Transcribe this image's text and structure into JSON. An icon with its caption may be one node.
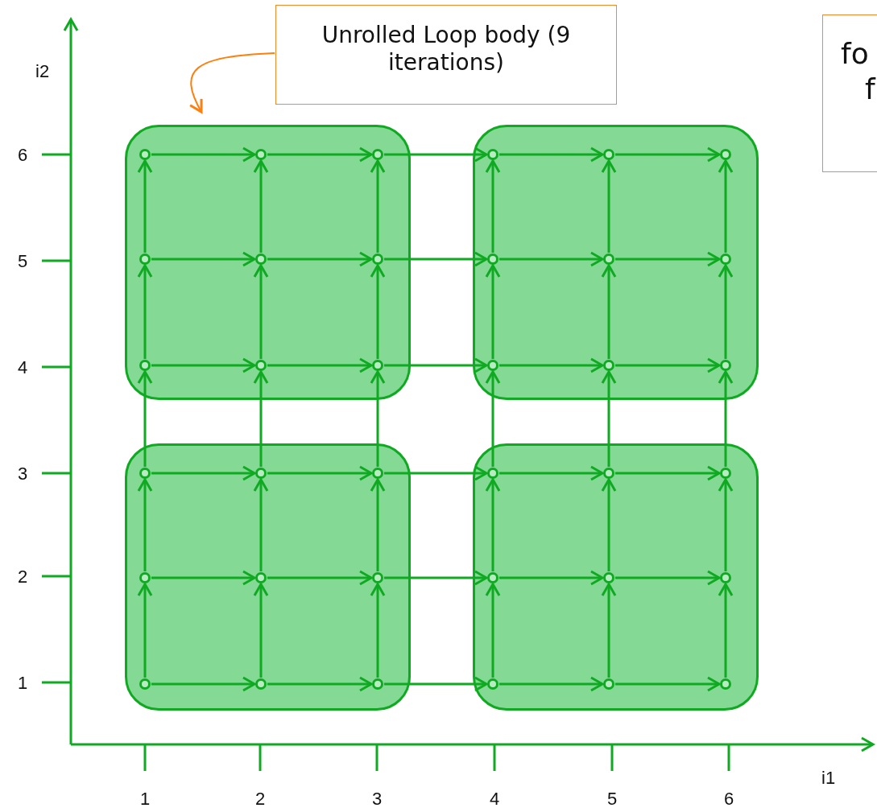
{
  "diagram": {
    "nodes": [
      {
        "text": [
          "Unrolled Loop body (9 iterations)"
        ]
      },
      {
        "text": [
          "fo",
          "f"
        ]
      },
      {
        "text": [],
        "shape": "box"
      },
      {
        "text": [],
        "shape": "box"
      },
      {
        "text": [],
        "shape": "box"
      },
      {
        "text": [],
        "shape": "box"
      },
      {
        "text": [],
        "shape": "circle",
        "in": 2
      },
      {
        "text": [],
        "shape": "circle",
        "in": 2
      },
      {
        "text": [],
        "shape": "circle",
        "in": 2
      },
      {
        "text": [],
        "shape": "circle",
        "in": 3
      },
      {
        "text": [],
        "shape": "circle",
        "in": 3
      },
      {
        "text": [],
        "shape": "circle",
        "in": 3
      },
      {
        "text": [],
        "shape": "circle",
        "in": 2
      },
      {
        "text": [],
        "shape": "circle",
        "in": 2
      },
      {
        "text": [],
        "shape": "circle",
        "in": 2
      },
      {
        "text": [],
        "shape": "circle",
        "in": 3
      },
      {
        "text": [],
        "shape": "circle",
        "in": 3
      },
      {
        "text": [],
        "shape": "circle",
        "in": 3
      },
      {
        "text": [],
        "shape": "circle",
        "in": 2
      },
      {
        "text": [],
        "shape": "circle",
        "in": 2
      },
      {
        "text": [],
        "shape": "circle",
        "in": 2
      },
      {
        "text": [],
        "shape": "circle",
        "in": 3
      },
      {
        "text": [],
        "shape": "circle",
        "in": 3
      },
      {
        "text": [],
        "shape": "circle",
        "in": 3
      },
      {
        "text": [],
        "shape": "circle",
        "in": 4
      },
      {
        "text": [],
        "shape": "circle",
        "in": 4
      },
      {
        "text": [],
        "shape": "circle",
        "in": 4
      },
      {
        "text": [],
        "shape": "circle",
        "in": 5
      },
      {
        "text": [],
        "shape": "circle",
        "in": 5
      },
      {
        "text": [],
        "shape": "circle",
        "in": 5
      },
      {
        "text": [],
        "shape": "circle",
        "in": 4
      },
      {
        "text": [],
        "shape": "circle",
        "in": 4
      },
      {
        "text": [],
        "shape": "circle",
        "in": 4
      },
      {
        "text": [],
        "shape": "circle",
        "in": 5
      },
      {
        "text": [],
        "shape": "circle",
        "in": 5
      },
      {
        "text": [],
        "shape": "circle",
        "in": 5
      },
      {
        "text": [],
        "shape": "circle",
        "in": 4
      },
      {
        "text": [],
        "shape": "circle",
        "in": 4
      },
      {
        "text": [],
        "shape": "circle",
        "in": 4
      },
      {
        "text": [],
        "shape": "circle",
        "in": 5
      },
      {
        "text": [],
        "shape": "circle",
        "in": 5
      },
      {
        "text": [],
        "shape": "circle",
        "in": 5
      }
    ],
    "edges": [
      {
        "from": 0,
        "to": 2,
        "arrow": "to",
        "color": "#ff7f0e"
      },
      {
        "from": 6,
        "to": 7,
        "arrow": "to"
      },
      {
        "from": 7,
        "to": 8,
        "arrow": "to"
      },
      {
        "from": 8,
        "to": 9,
        "arrow": "to"
      },
      {
        "from": 9,
        "to": 10,
        "arrow": "to"
      },
      {
        "from": 10,
        "to": 11,
        "arrow": "to"
      },
      {
        "from": 12,
        "to": 13,
        "arrow": "to"
      },
      {
        "from": 13,
        "to": 14,
        "arrow": "to"
      },
      {
        "from": 14,
        "to": 15,
        "arrow": "to"
      },
      {
        "from": 15,
        "to": 16,
        "arrow": "to"
      },
      {
        "from": 16,
        "to": 17,
        "arrow": "to"
      },
      {
        "from": 18,
        "to": 19,
        "arrow": "to"
      },
      {
        "from": 19,
        "to": 20,
        "arrow": "to"
      },
      {
        "from": 20,
        "to": 21,
        "arrow": "to"
      },
      {
        "from": 21,
        "to": 22,
        "arrow": "to"
      },
      {
        "from": 22,
        "to": 23,
        "arrow": "to"
      },
      {
        "from": 24,
        "to": 25,
        "arrow": "to"
      },
      {
        "from": 25,
        "to": 26,
        "arrow": "to"
      },
      {
        "from": 26,
        "to": 27,
        "arrow": "to"
      },
      {
        "from": 27,
        "to": 28,
        "arrow": "to"
      },
      {
        "from": 28,
        "to": 29,
        "arrow": "to"
      },
      {
        "from": 30,
        "to": 31,
        "arrow": "to"
      },
      {
        "from": 31,
        "to": 32,
        "arrow": "to"
      },
      {
        "from": 32,
        "to": 33,
        "arrow": "to"
      },
      {
        "from": 33,
        "to": 34,
        "arrow": "to"
      },
      {
        "from": 34,
        "to": 35,
        "arrow": "to"
      },
      {
        "from": 36,
        "to": 37,
        "arrow": "to"
      },
      {
        "from": 37,
        "to": 38,
        "arrow": "to"
      },
      {
        "from": 38,
        "to": 39,
        "arrow": "to"
      },
      {
        "from": 39,
        "to": 40,
        "arrow": "to"
      },
      {
        "from": 40,
        "to": 41,
        "arrow": "to"
      },
      {
        "from": 36,
        "to": 30,
        "arrow": "to"
      },
      {
        "from": 37,
        "to": 31,
        "arrow": "to"
      },
      {
        "from": 38,
        "to": 32,
        "arrow": "to"
      },
      {
        "from": 39,
        "to": 33,
        "arrow": "to"
      },
      {
        "from": 40,
        "to": 34,
        "arrow": "to"
      },
      {
        "from": 41,
        "to": 35,
        "arrow": "to"
      },
      {
        "from": 30,
        "to": 24,
        "arrow": "to"
      },
      {
        "from": 31,
        "to": 25,
        "arrow": "to"
      },
      {
        "from": 32,
        "to": 26,
        "arrow": "to"
      },
      {
        "from": 33,
        "to": 27,
        "arrow": "to"
      },
      {
        "from": 34,
        "to": 28,
        "arrow": "to"
      },
      {
        "from": 35,
        "to": 29,
        "arrow": "to"
      },
      {
        "from": 24,
        "to": 18,
        "arrow": "to"
      },
      {
        "from": 25,
        "to": 19,
        "arrow": "to"
      },
      {
        "from": 26,
        "to": 20,
        "arrow": "to"
      },
      {
        "from": 27,
        "to": 21,
        "arrow": "to"
      },
      {
        "from": 28,
        "to": 22,
        "arrow": "to"
      },
      {
        "from": 29,
        "to": 23,
        "arrow": "to"
      },
      {
        "from": 18,
        "to": 12,
        "arrow": "to"
      },
      {
        "from": 19,
        "to": 13,
        "arrow": "to"
      },
      {
        "from": 20,
        "to": 14,
        "arrow": "to"
      },
      {
        "from": 21,
        "to": 15,
        "arrow": "to"
      },
      {
        "from": 22,
        "to": 16,
        "arrow": "to"
      },
      {
        "from": 23,
        "to": 17,
        "arrow": "to"
      },
      {
        "from": 12,
        "to": 6,
        "arrow": "to"
      },
      {
        "from": 13,
        "to": 7,
        "arrow": "to"
      },
      {
        "from": 14,
        "to": 8,
        "arrow": "to"
      },
      {
        "from": 15,
        "to": 9,
        "arrow": "to"
      },
      {
        "from": 16,
        "to": 10,
        "arrow": "to"
      },
      {
        "from": 17,
        "to": 11,
        "arrow": "to"
      }
    ],
    "labels": [
      "i2",
      "6",
      "5",
      "4",
      "3",
      "2",
      "1",
      "i1",
      "1",
      "2",
      "3",
      "4",
      "5",
      "6"
    ]
  }
}
